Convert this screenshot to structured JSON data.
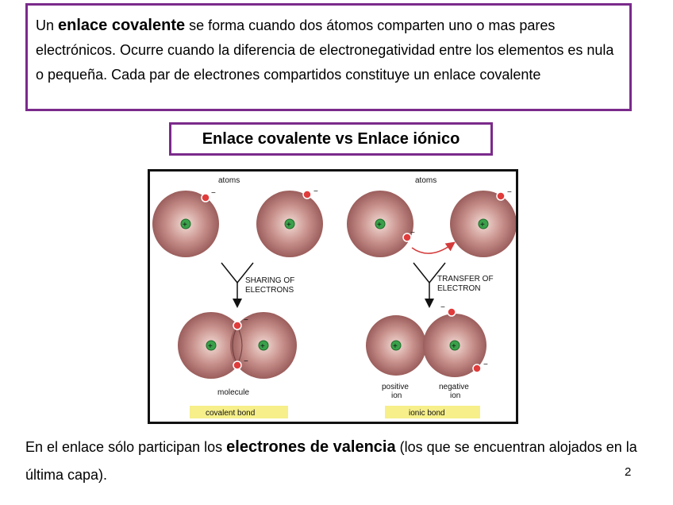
{
  "intro": {
    "prefix": "Un ",
    "bold": "enlace covalente",
    "rest": " se forma cuando dos átomos comparten uno o mas pares electrónicos. Ocurre cuando la diferencia de electronegatividad entre los elementos es nula o pequeña. Cada par de electrones compartidos constituye un enlace covalente"
  },
  "title": "Enlace covalente vs Enlace iónico",
  "figure": {
    "left_top_label": "atoms",
    "right_top_label": "atoms",
    "left_arrow_label_1": "SHARING OF",
    "left_arrow_label_2": "ELECTRONS",
    "right_arrow_label_1": "TRANSFER OF",
    "right_arrow_label_2": "ELECTRON",
    "molecule_label": "molecule",
    "positive_label_1": "positive",
    "positive_label_2": "ion",
    "negative_label_1": "negative",
    "negative_label_2": "ion",
    "covalent_bond": "covalent bond",
    "ionic_bond": "ionic bond",
    "plus_sign": "+",
    "minus_sign": "−",
    "colors": {
      "atom_core": "#b77f7f",
      "nucleus": "#3aa14a",
      "electron": "#e03c3c",
      "label_bg": "#f6ef8a",
      "arrow": "#d43a3a"
    }
  },
  "bottom": {
    "prefix": "En el enlace sólo participan los ",
    "bold": "electrones de valencia",
    "rest": " (los que se encuentran alojados en la última capa)."
  },
  "page_number": "2"
}
